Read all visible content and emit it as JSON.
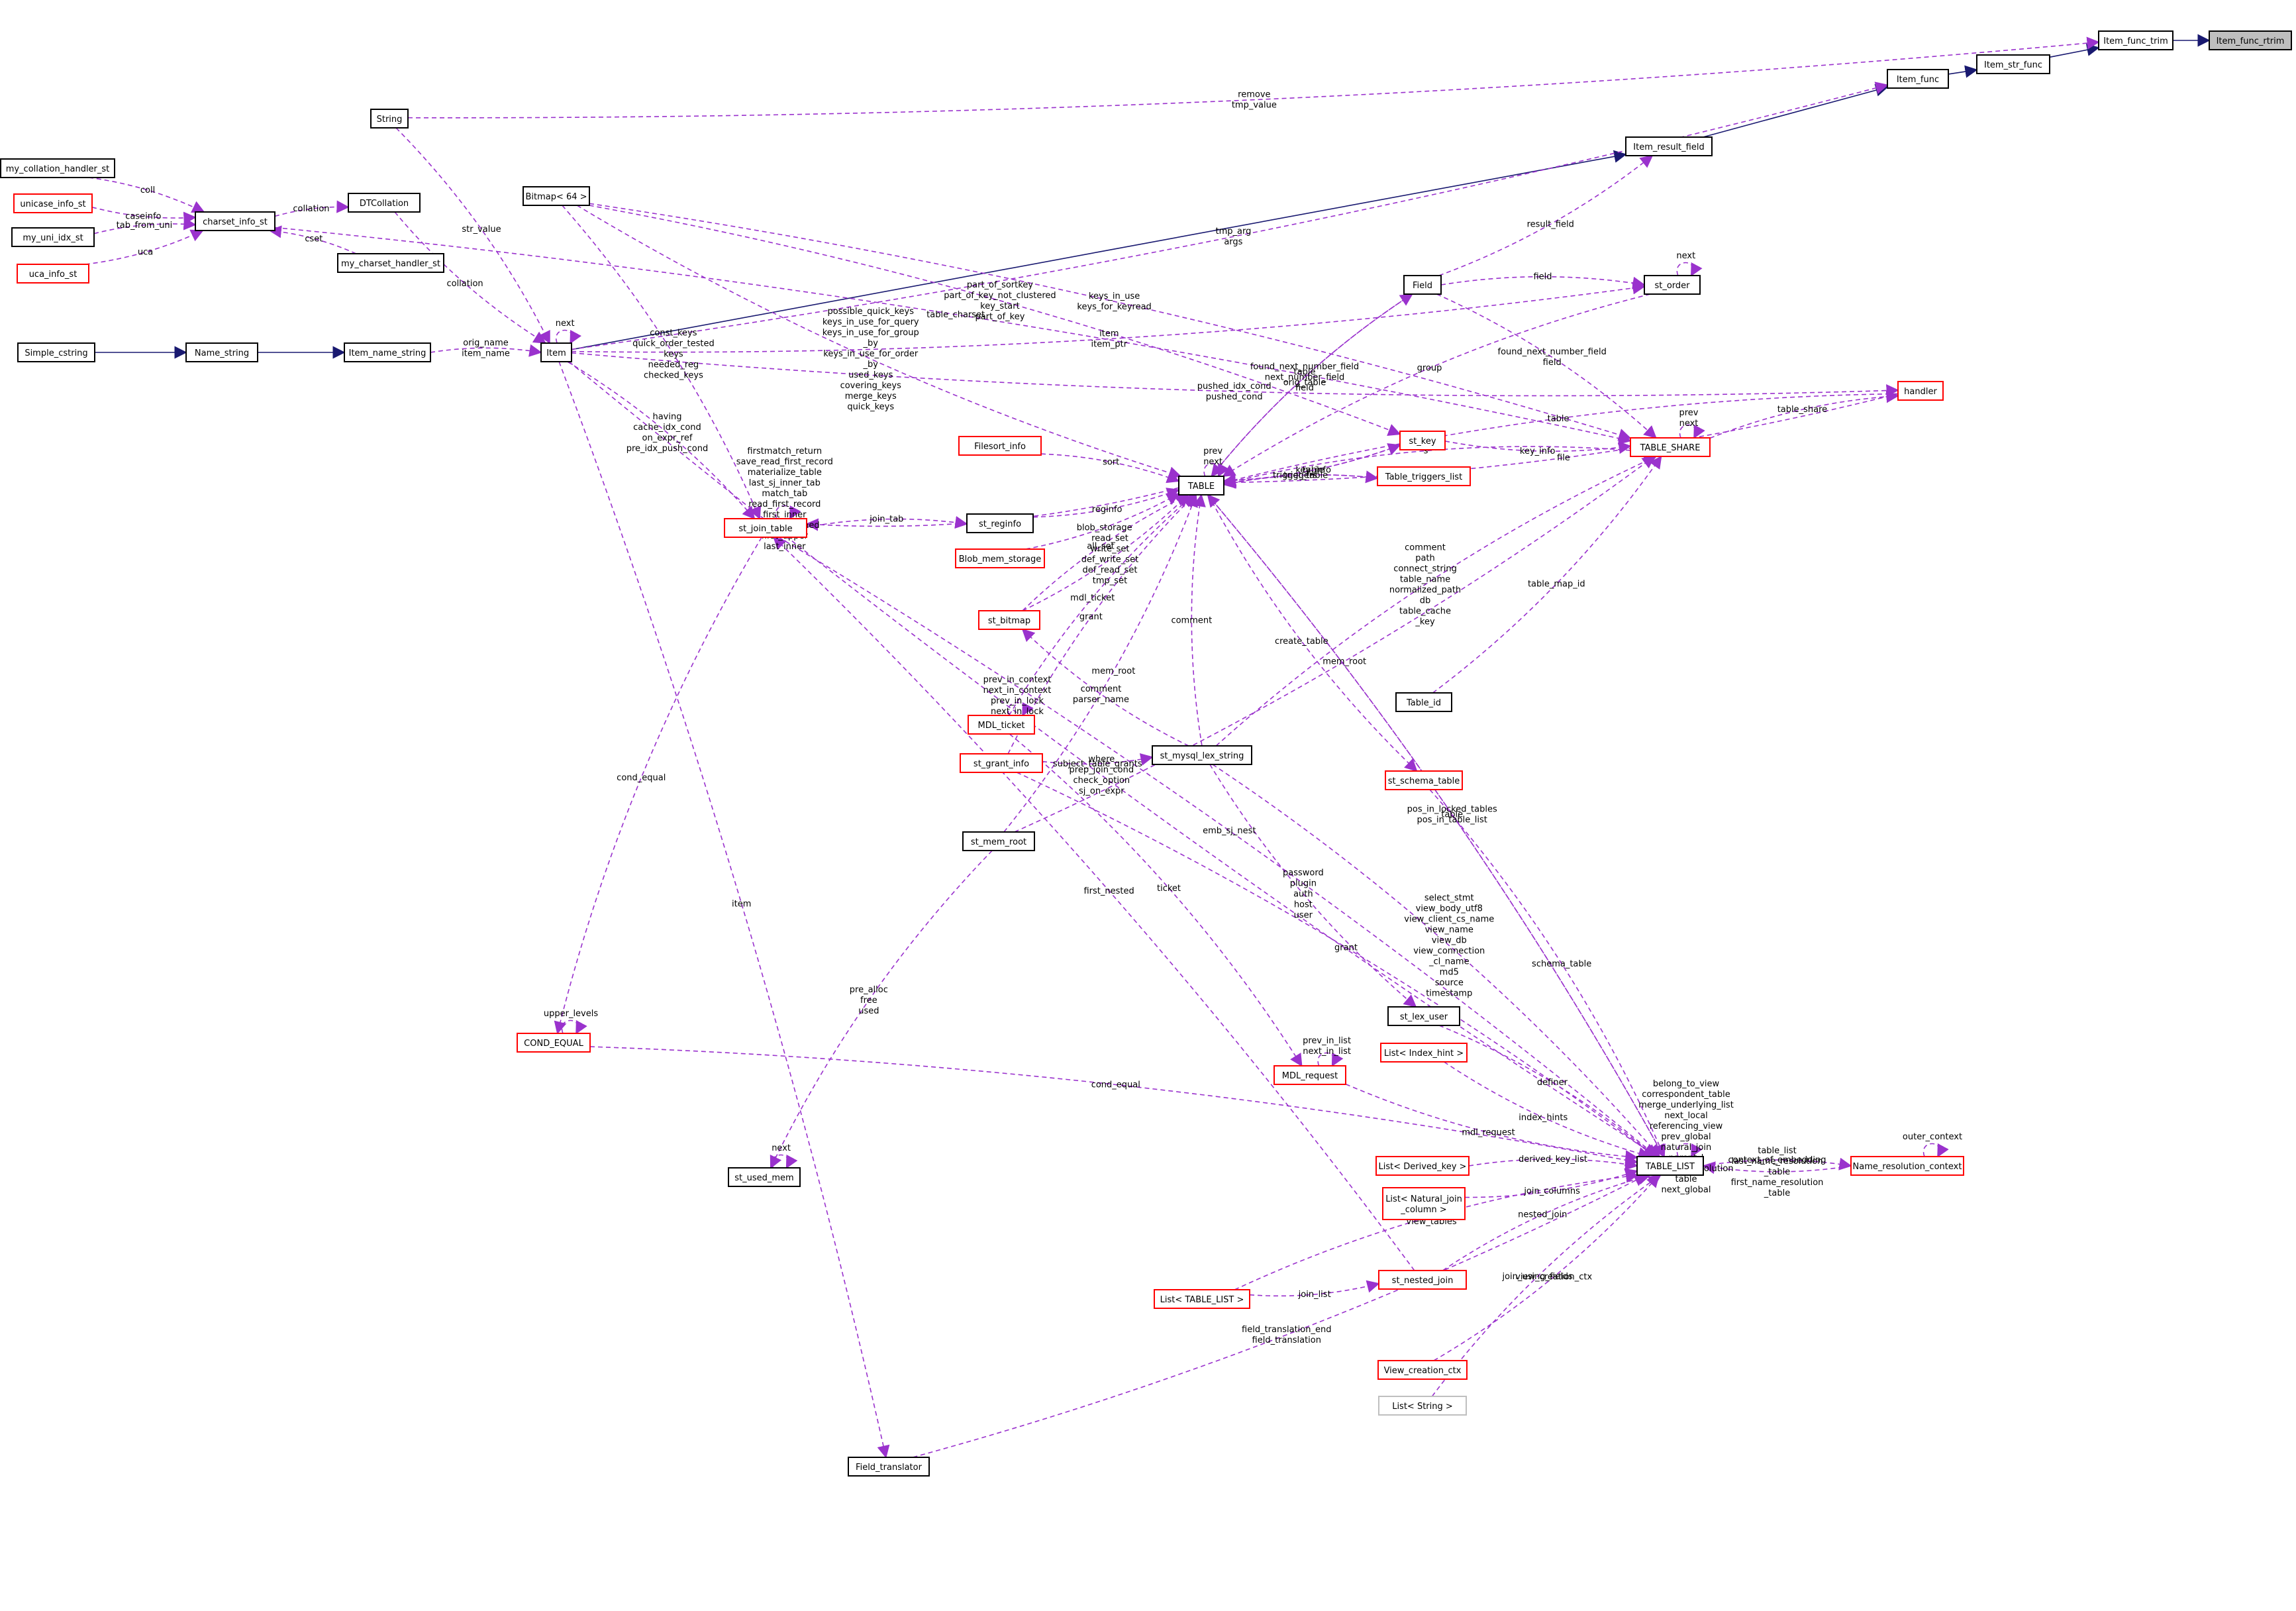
{
  "colors": {
    "inheritance_edge": "#191970",
    "usage_edge": "#9a32cd",
    "node_border_documented": "#000000",
    "node_border_undocumented": "#ff0000",
    "node_border_external": "#bfbfbf",
    "focus_fill": "#bfbfbf"
  },
  "nodes": [
    {
      "id": "item_func_rtrim",
      "label": "Item_func_rtrim",
      "style": "focus"
    },
    {
      "id": "item_func_trim",
      "label": "Item_func_trim",
      "style": "black"
    },
    {
      "id": "item_str_func",
      "label": "Item_str_func",
      "style": "black"
    },
    {
      "id": "item_func",
      "label": "Item_func",
      "style": "black"
    },
    {
      "id": "item_result_field",
      "label": "Item_result_field",
      "style": "black"
    },
    {
      "id": "string",
      "label": "String",
      "style": "black"
    },
    {
      "id": "bitmap",
      "label": "Bitmap< 64 >",
      "style": "black"
    },
    {
      "id": "my_collation_handler_st",
      "label": "my_collation_handler_st",
      "style": "black"
    },
    {
      "id": "unicase_info_st",
      "label": "unicase_info_st",
      "style": "red"
    },
    {
      "id": "my_uni_idx_st",
      "label": "my_uni_idx_st",
      "style": "black"
    },
    {
      "id": "uca_info_st",
      "label": "uca_info_st",
      "style": "red"
    },
    {
      "id": "charset_info_st",
      "label": "charset_info_st",
      "style": "black"
    },
    {
      "id": "dtcollation",
      "label": "DTCollation",
      "style": "black"
    },
    {
      "id": "my_charset_handler_st",
      "label": "my_charset_handler_st",
      "style": "black"
    },
    {
      "id": "simple_cstring",
      "label": "Simple_cstring",
      "style": "black"
    },
    {
      "id": "name_string",
      "label": "Name_string",
      "style": "black"
    },
    {
      "id": "item_name_string",
      "label": "Item_name_string",
      "style": "black"
    },
    {
      "id": "item",
      "label": "Item",
      "style": "black"
    },
    {
      "id": "field",
      "label": "Field",
      "style": "black"
    },
    {
      "id": "st_order",
      "label": "st_order",
      "style": "black"
    },
    {
      "id": "handler",
      "label": "handler",
      "style": "red"
    },
    {
      "id": "table_share",
      "label": "TABLE_SHARE",
      "style": "red"
    },
    {
      "id": "st_key",
      "label": "st_key",
      "style": "red"
    },
    {
      "id": "filesort_info",
      "label": "Filesort_info",
      "style": "red"
    },
    {
      "id": "table",
      "label": "TABLE",
      "style": "black"
    },
    {
      "id": "table_triggers_list",
      "label": "Table_triggers_list",
      "style": "red"
    },
    {
      "id": "st_join_table",
      "label": "st_join_table",
      "style": "red"
    },
    {
      "id": "st_reginfo",
      "label": "st_reginfo",
      "style": "black"
    },
    {
      "id": "blob_mem_storage",
      "label": "Blob_mem_storage",
      "style": "red"
    },
    {
      "id": "st_bitmap",
      "label": "st_bitmap",
      "style": "red"
    },
    {
      "id": "mdl_ticket",
      "label": "MDL_ticket",
      "style": "red"
    },
    {
      "id": "st_grant_info",
      "label": "st_grant_info",
      "style": "red"
    },
    {
      "id": "st_mysql_lex_string",
      "label": "st_mysql_lex_string",
      "style": "black"
    },
    {
      "id": "table_id",
      "label": "Table_id",
      "style": "black"
    },
    {
      "id": "st_schema_table",
      "label": "st_schema_table",
      "style": "red"
    },
    {
      "id": "st_mem_root",
      "label": "st_mem_root",
      "style": "black"
    },
    {
      "id": "st_lex_user",
      "label": "st_lex_user",
      "style": "black"
    },
    {
      "id": "list_index_hint",
      "label": "List< Index_hint >",
      "style": "red"
    },
    {
      "id": "cond_equal",
      "label": "COND_EQUAL",
      "style": "red"
    },
    {
      "id": "mdl_request",
      "label": "MDL_request",
      "style": "red"
    },
    {
      "id": "st_used_mem",
      "label": "st_used_mem",
      "style": "black"
    },
    {
      "id": "list_derived_key",
      "label": "List< Derived_key >",
      "style": "red"
    },
    {
      "id": "table_list",
      "label": "TABLE_LIST",
      "style": "black"
    },
    {
      "id": "name_resolution_context",
      "label": "Name_resolution_context",
      "style": "red"
    },
    {
      "id": "list_natural_join_column",
      "label": "List< Natural_join\n_column >",
      "style": "red"
    },
    {
      "id": "st_nested_join",
      "label": "st_nested_join",
      "style": "red"
    },
    {
      "id": "list_table_list",
      "label": "List< TABLE_LIST >",
      "style": "red"
    },
    {
      "id": "view_creation_ctx",
      "label": "View_creation_ctx",
      "style": "red"
    },
    {
      "id": "list_string",
      "label": "List< String >",
      "style": "gray"
    },
    {
      "id": "field_translator",
      "label": "Field_translator",
      "style": "black"
    }
  ],
  "edges": [
    {
      "from": "item_func_trim",
      "to": "item_func_rtrim",
      "kind": "inherit",
      "label": ""
    },
    {
      "from": "item_str_func",
      "to": "item_func_trim",
      "kind": "inherit",
      "label": ""
    },
    {
      "from": "item_func",
      "to": "item_str_func",
      "kind": "inherit",
      "label": ""
    },
    {
      "from": "item_result_field",
      "to": "item_func",
      "kind": "inherit",
      "label": ""
    },
    {
      "from": "item",
      "to": "item_result_field",
      "kind": "inherit",
      "label": ""
    },
    {
      "from": "simple_cstring",
      "to": "name_string",
      "kind": "inherit",
      "label": ""
    },
    {
      "from": "name_string",
      "to": "item_name_string",
      "kind": "inherit",
      "label": ""
    },
    {
      "from": "string",
      "to": "item_func_trim",
      "kind": "usage",
      "label": "remove\ntmp_value"
    },
    {
      "from": "charset_info_st",
      "to": "table_share",
      "kind": "usage",
      "label": "table_charset"
    },
    {
      "from": "item",
      "to": "item_func",
      "kind": "usage",
      "label": "tmp_arg\nargs"
    },
    {
      "from": "my_collation_handler_st",
      "to": "charset_info_st",
      "kind": "usage",
      "label": "coll"
    },
    {
      "from": "unicase_info_st",
      "to": "charset_info_st",
      "kind": "usage",
      "label": "caseinfo"
    },
    {
      "from": "my_uni_idx_st",
      "to": "charset_info_st",
      "kind": "usage",
      "label": "tab_from_uni"
    },
    {
      "from": "uca_info_st",
      "to": "charset_info_st",
      "kind": "usage",
      "label": "uca"
    },
    {
      "from": "charset_info_st",
      "to": "dtcollation",
      "kind": "usage",
      "label": "collation"
    },
    {
      "from": "my_charset_handler_st",
      "to": "charset_info_st",
      "kind": "usage",
      "label": "cset"
    },
    {
      "from": "string",
      "to": "item",
      "kind": "usage",
      "label": "str_value"
    },
    {
      "from": "dtcollation",
      "to": "item",
      "kind": "usage",
      "label": "collation"
    },
    {
      "from": "item_name_string",
      "to": "item",
      "kind": "usage",
      "label": "orig_name\nitem_name"
    },
    {
      "from": "item",
      "to": "item",
      "kind": "usage",
      "label": "next"
    },
    {
      "from": "bitmap",
      "to": "table_share",
      "kind": "usage",
      "label": "keys_in_use\nkeys_for_keyread"
    },
    {
      "from": "field",
      "to": "item_result_field",
      "kind": "usage",
      "label": "result_field"
    },
    {
      "from": "bitmap",
      "to": "st_join_table",
      "kind": "usage",
      "label": "const_keys\nquick_order_tested\nkeys\nneeded_reg\nchecked_keys"
    },
    {
      "from": "bitmap",
      "to": "table",
      "kind": "usage",
      "label": "possible_quick_keys\nkeys_in_use_for_query\nkeys_in_use_for_group\n_by\nkeys_in_use_for_order\n_by\nused_keys\ncovering_keys\nmerge_keys\nquick_keys"
    },
    {
      "from": "bitmap",
      "to": "st_key",
      "kind": "usage",
      "label": "part_of_sortkey\npart_of_key_not_clustered\nkey_start\npart_of_key"
    },
    {
      "from": "item",
      "to": "st_order",
      "kind": "usage",
      "label": "item\nitem_ptr"
    },
    {
      "from": "handler",
      "to": "table",
      "kind": "usage",
      "label": "file"
    },
    {
      "from": "field",
      "to": "table",
      "kind": "usage",
      "label": "found_next_number_field\nnext_number_field\nfield"
    },
    {
      "from": "field",
      "to": "st_order",
      "kind": "usage",
      "label": "field"
    },
    {
      "from": "st_order",
      "to": "st_order",
      "kind": "usage",
      "label": "next"
    },
    {
      "from": "table",
      "to": "field",
      "kind": "usage",
      "label": "table\norig_table"
    },
    {
      "from": "st_order",
      "to": "table",
      "kind": "usage",
      "label": "group"
    },
    {
      "from": "table_share",
      "to": "handler",
      "kind": "usage",
      "label": "table_share"
    },
    {
      "from": "handler",
      "to": "table",
      "kind": "usage",
      "label": "table"
    },
    {
      "from": "field",
      "to": "table_share",
      "kind": "usage",
      "label": "found_next_number_field\nfield"
    },
    {
      "from": "st_key",
      "to": "table_share",
      "kind": "usage",
      "label": "key_info"
    },
    {
      "from": "table_share",
      "to": "table_share",
      "kind": "usage",
      "label": "prev\nnext"
    },
    {
      "from": "table_share",
      "to": "table",
      "kind": "usage",
      "label": "s"
    },
    {
      "from": "st_key",
      "to": "table",
      "kind": "usage",
      "label": "key_info"
    },
    {
      "from": "table",
      "to": "st_key",
      "kind": "usage",
      "label": "table"
    },
    {
      "from": "filesort_info",
      "to": "table",
      "kind": "usage",
      "label": "sort"
    },
    {
      "from": "table",
      "to": "table",
      "kind": "usage",
      "label": "prev\nnext"
    },
    {
      "from": "item",
      "to": "st_join_table",
      "kind": "usage",
      "label": "having\ncache_idx_cond\non_expr_ref\npre_idx_push_cond"
    },
    {
      "from": "st_join_table",
      "to": "st_join_table",
      "kind": "usage",
      "label": "firstmatch_return\nsave_read_first_record\nmaterialize_table\nlast_sj_inner_tab\nmatch_tab\nread_first_record\nfirst_inner\nfirst_unmatched\nfirst_upper\nlast_inner"
    },
    {
      "from": "table",
      "to": "st_join_table",
      "kind": "usage",
      "label": "table"
    },
    {
      "from": "table_triggers_list",
      "to": "table",
      "kind": "usage",
      "label": "triggers"
    },
    {
      "from": "table",
      "to": "table_triggers_list",
      "kind": "usage",
      "label": "trigger_table"
    },
    {
      "from": "st_reginfo",
      "to": "table",
      "kind": "usage",
      "label": "reginfo"
    },
    {
      "from": "st_join_table",
      "to": "st_reginfo",
      "kind": "usage",
      "label": "join_tab"
    },
    {
      "from": "blob_mem_storage",
      "to": "table",
      "kind": "usage",
      "label": "blob_storage"
    },
    {
      "from": "st_mysql_lex_string",
      "to": "table",
      "kind": "usage",
      "label": "comment"
    },
    {
      "from": "st_bitmap",
      "to": "table",
      "kind": "usage",
      "label": "read_set\nwrite_set\ndef_write_set\ndef_read_set\ntmp_set"
    },
    {
      "from": "mdl_ticket",
      "to": "table",
      "kind": "usage",
      "label": "mdl_ticket"
    },
    {
      "from": "mdl_ticket",
      "to": "mdl_ticket",
      "kind": "usage",
      "label": "prev_in_context\nnext_in_context\nprev_in_lock\nnext_in_lock"
    },
    {
      "from": "st_grant_info",
      "to": "table",
      "kind": "usage",
      "label": "grant"
    },
    {
      "from": "st_mem_root",
      "to": "table",
      "kind": "usage",
      "label": "mem_root"
    },
    {
      "from": "st_mysql_lex_string",
      "to": "table_share",
      "kind": "usage",
      "label": "comment\npath\nconnect_string\ntable_name\nnormalized_path\ndb\ntable_cache\n_key"
    },
    {
      "from": "table",
      "to": "st_schema_table",
      "kind": "usage",
      "label": "create_table"
    },
    {
      "from": "st_mysql_lex_string",
      "to": "st_bitmap",
      "kind": "usage",
      "label": "comment\nparser_name"
    },
    {
      "from": "st_grant_info",
      "to": "st_mysql_lex_string",
      "kind": "usage",
      "label": "subject_table_grants"
    },
    {
      "from": "st_bitmap",
      "to": "table",
      "kind": "usage",
      "label": "all_set"
    },
    {
      "from": "table_id",
      "to": "table_share",
      "kind": "usage",
      "label": "table_map_id"
    },
    {
      "from": "table",
      "to": "table_list",
      "kind": "usage",
      "label": "table"
    },
    {
      "from": "st_mem_root",
      "to": "table_share",
      "kind": "usage",
      "label": "mem_root"
    },
    {
      "from": "st_schema_table",
      "to": "table_list",
      "kind": "usage",
      "label": "schema_table"
    },
    {
      "from": "table_list",
      "to": "table",
      "kind": "usage",
      "label": "pos_in_locked_tables\npos_in_table_list"
    },
    {
      "from": "mdl_ticket",
      "to": "mdl_request",
      "kind": "usage",
      "label": "ticket"
    },
    {
      "from": "st_mem_root",
      "to": "st_used_mem",
      "kind": "usage",
      "label": "pre_alloc\nfree\nused"
    },
    {
      "from": "st_mysql_lex_string",
      "to": "table_list",
      "kind": "usage",
      "label": "select_stmt\nview_body_utf8\nview_client_cs_name\nview_name\nview_db\nview_connection\n_cl_name\nmd5\nsource\ntimestamp"
    },
    {
      "from": "st_mysql_lex_string",
      "to": "st_lex_user",
      "kind": "usage",
      "label": "password\nplugin\nauth\nhost\nuser"
    },
    {
      "from": "st_lex_user",
      "to": "table_list",
      "kind": "usage",
      "label": "definer"
    },
    {
      "from": "list_index_hint",
      "to": "table_list",
      "kind": "usage",
      "label": "index_hints"
    },
    {
      "from": "mdl_request",
      "to": "mdl_request",
      "kind": "usage",
      "label": "prev_in_list\nnext_in_list"
    },
    {
      "from": "mdl_request",
      "to": "table_list",
      "kind": "usage",
      "label": "mdl_request"
    },
    {
      "from": "st_grant_info",
      "to": "table_list",
      "kind": "usage",
      "label": "grant"
    },
    {
      "from": "st_join_table",
      "to": "cond_equal",
      "kind": "usage",
      "label": "cond_equal"
    },
    {
      "from": "cond_equal",
      "to": "cond_equal",
      "kind": "usage",
      "label": "upper_levels"
    },
    {
      "from": "table_list",
      "to": "table_list",
      "kind": "usage",
      "label": "belong_to_view\ncorrespondent_table\nmerge_underlying_list\nnext_local\nreferencing_view\nprev_global\nnatural_join\nparent_l\nnext_name_resolution\ntable\nnext_global"
    },
    {
      "from": "st_join_table",
      "to": "table_list",
      "kind": "usage",
      "label": "emb_sj_nest"
    },
    {
      "from": "st_used_mem",
      "to": "st_used_mem",
      "kind": "usage",
      "label": "next"
    },
    {
      "from": "list_derived_key",
      "to": "table_list",
      "kind": "usage",
      "label": "derived_key_list"
    },
    {
      "from": "list_natural_join_column",
      "to": "table_list",
      "kind": "usage",
      "label": "join_columns"
    },
    {
      "from": "table_list",
      "to": "name_resolution_context",
      "kind": "usage",
      "label": "context_of_embedding"
    },
    {
      "from": "name_resolution_context",
      "to": "name_resolution_context",
      "kind": "usage",
      "label": "outer_context"
    },
    {
      "from": "name_resolution_context",
      "to": "table_list",
      "kind": "usage",
      "label": "table_list\nlast_name_resolution\n_table\nfirst_name_resolution\n_table"
    },
    {
      "from": "st_nested_join",
      "to": "st_join_table",
      "kind": "usage",
      "label": "first_nested"
    },
    {
      "from": "st_nested_join",
      "to": "table_list",
      "kind": "usage",
      "label": "nested_join"
    },
    {
      "from": "list_table_list",
      "to": "st_nested_join",
      "kind": "usage",
      "label": "join_list"
    },
    {
      "from": "list_table_list",
      "to": "table_list",
      "kind": "usage",
      "label": "join_list\nview_tables"
    },
    {
      "from": "view_creation_ctx",
      "to": "table_list",
      "kind": "usage",
      "label": "view_creation_ctx"
    },
    {
      "from": "list_string",
      "to": "table_list",
      "kind": "usage",
      "label": "join_using_fields"
    },
    {
      "from": "item",
      "to": "table_list",
      "kind": "usage",
      "label": "where\nprep_join_cond\ncheck_option\nsj_on_expr"
    },
    {
      "from": "item",
      "to": "field_translator",
      "kind": "usage",
      "label": "item"
    },
    {
      "from": "field_translator",
      "to": "table_list",
      "kind": "usage",
      "label": "field_translation_end\nfield_translation"
    },
    {
      "from": "cond_equal",
      "to": "table_list",
      "kind": "usage",
      "label": "cond_equal"
    },
    {
      "from": "item",
      "to": "handler",
      "kind": "usage",
      "label": "pushed_idx_cond\npushed_cond"
    }
  ]
}
